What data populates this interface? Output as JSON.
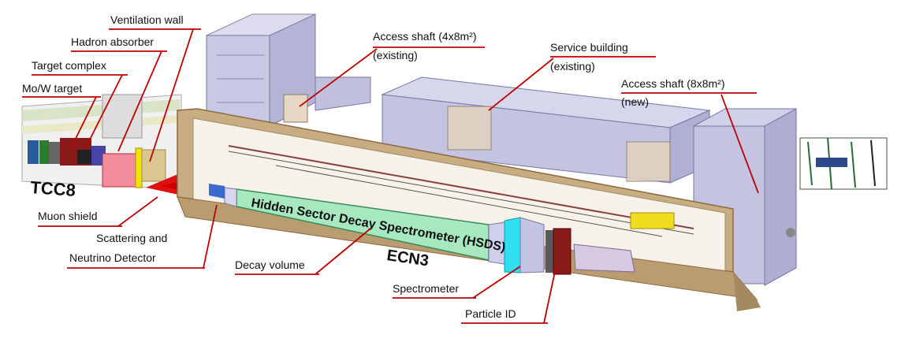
{
  "labels": {
    "ventilation_wall": "Ventilation wall",
    "hadron_absorber": "Hadron absorber",
    "target_complex": "Target complex",
    "mo_w_target": "Mo/W target",
    "muon_shield": "Muon shield",
    "scattering_line1": "Scattering and",
    "scattering_line2": "Neutrino Detector",
    "decay_volume": "Decay volume",
    "spectrometer": "Spectrometer",
    "particle_id": "Particle ID",
    "access_shaft_existing_line1": "Access shaft (4x8m²)",
    "access_shaft_existing_line2": "(existing)",
    "service_building_line1": "Service building",
    "service_building_line2": "(existing)",
    "access_shaft_new_line1": "Access shaft (8x8m²)",
    "access_shaft_new_line2": "(new)"
  },
  "in_image_text": {
    "tcc8": "TCC8",
    "ecn3": "ECN3",
    "hsds": "Hidden Sector Decay Spectrometer (HSDS)"
  },
  "colors": {
    "leader_line": "#c00000",
    "label_underline": "#c00000",
    "cavern_wall": "#c8ad82",
    "decay_volume_fill": "#a8e8c0",
    "building_fill": "#c9c9e6"
  }
}
